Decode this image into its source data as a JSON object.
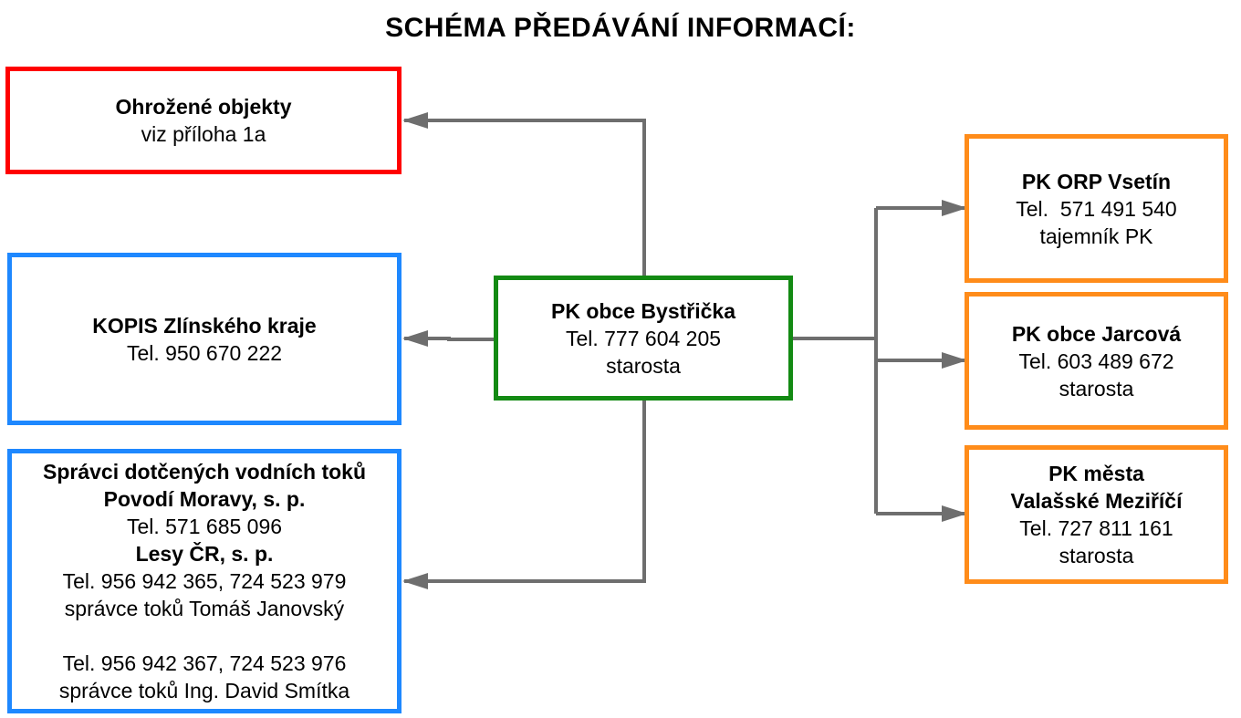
{
  "title": "SCHÉMA PŘEDÁVÁNÍ INFORMACÍ:",
  "colors": {
    "red": "#ff0000",
    "blue": "#1e88ff",
    "green": "#138a13",
    "orange": "#ff8c1a",
    "connector": "#6e6e6e"
  },
  "center": {
    "name": "PK obce Bystřička",
    "phone": "Tel. 777 604 205",
    "role": "starosta"
  },
  "left": {
    "threatened": {
      "name": "Ohrožené objekty",
      "note": "viz příloha 1a"
    },
    "kopis": {
      "name": "KOPIS Zlínského kraje",
      "phone": "Tel. 950 670 222"
    },
    "water": {
      "heading": "Správci dotčených vodních toků",
      "org1": "Povodí Moravy, s. p.",
      "org1_phone": "Tel. 571 685 096",
      "org2": "Lesy ČR, s. p.",
      "contact1_phone": "Tel. 956 942 365, 724 523 979",
      "contact1_name": "správce toků Tomáš Janovský",
      "contact2_phone": "Tel. 956 942 367, 724 523 976",
      "contact2_name": "správce toků Ing. David Smítka"
    }
  },
  "right": {
    "vsetin": {
      "name": "PK ORP Vsetín",
      "phone": "Tel.  571 491 540",
      "role": "tajemník PK"
    },
    "jarcova": {
      "name": "PK obce Jarcová",
      "phone": "Tel. 603 489 672",
      "role": "starosta"
    },
    "valmez": {
      "name1": "PK města",
      "name2": "Valašské Meziříčí",
      "phone": "Tel. 727 811 161",
      "role": "starosta"
    }
  }
}
